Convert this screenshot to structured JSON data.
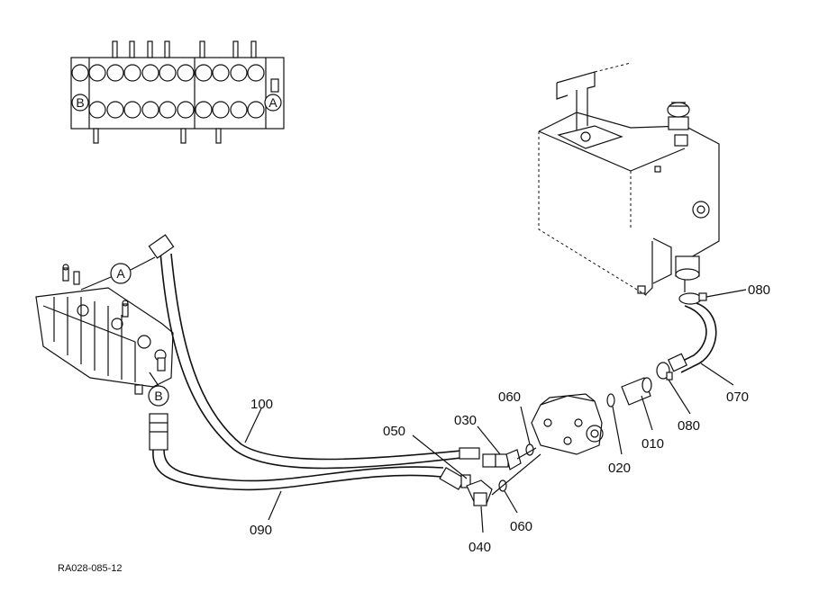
{
  "diagram": {
    "reference_code": "RA028-085-12",
    "callouts": {
      "p010": "010",
      "p020": "020",
      "p030": "030",
      "p040": "040",
      "p050": "050",
      "p060a": "060",
      "p060b": "060",
      "p070": "070",
      "p080a": "080",
      "p080b": "080",
      "p090": "090",
      "p100": "100"
    },
    "port_markers": {
      "a_main": "A",
      "b_main": "B",
      "a_inset": "A",
      "b_inset": "B"
    }
  }
}
